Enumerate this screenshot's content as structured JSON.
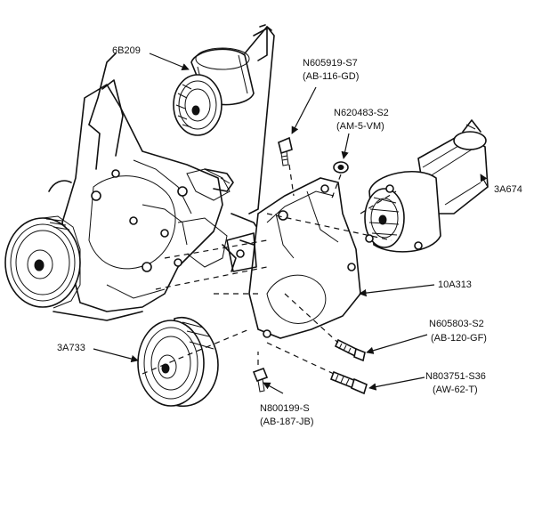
{
  "callouts": {
    "tensioner": "6B209",
    "stud_bolt": {
      "part": "N605919-S7",
      "code": "(AB-116-GD)"
    },
    "nut": {
      "part": "N620483-S2",
      "code": "(AM-5-VM)"
    },
    "pump_tube": "3A674",
    "bracket": "10A313",
    "bolt_upper": {
      "part": "N605803-S2",
      "code": "(AB-120-GF)"
    },
    "bolt_lower": {
      "part": "N803751-S36",
      "code": "(AW-62-T)"
    },
    "pulley": "3A733",
    "screw": {
      "part": "N800199-S",
      "code": "(AB-187-JB)"
    }
  }
}
